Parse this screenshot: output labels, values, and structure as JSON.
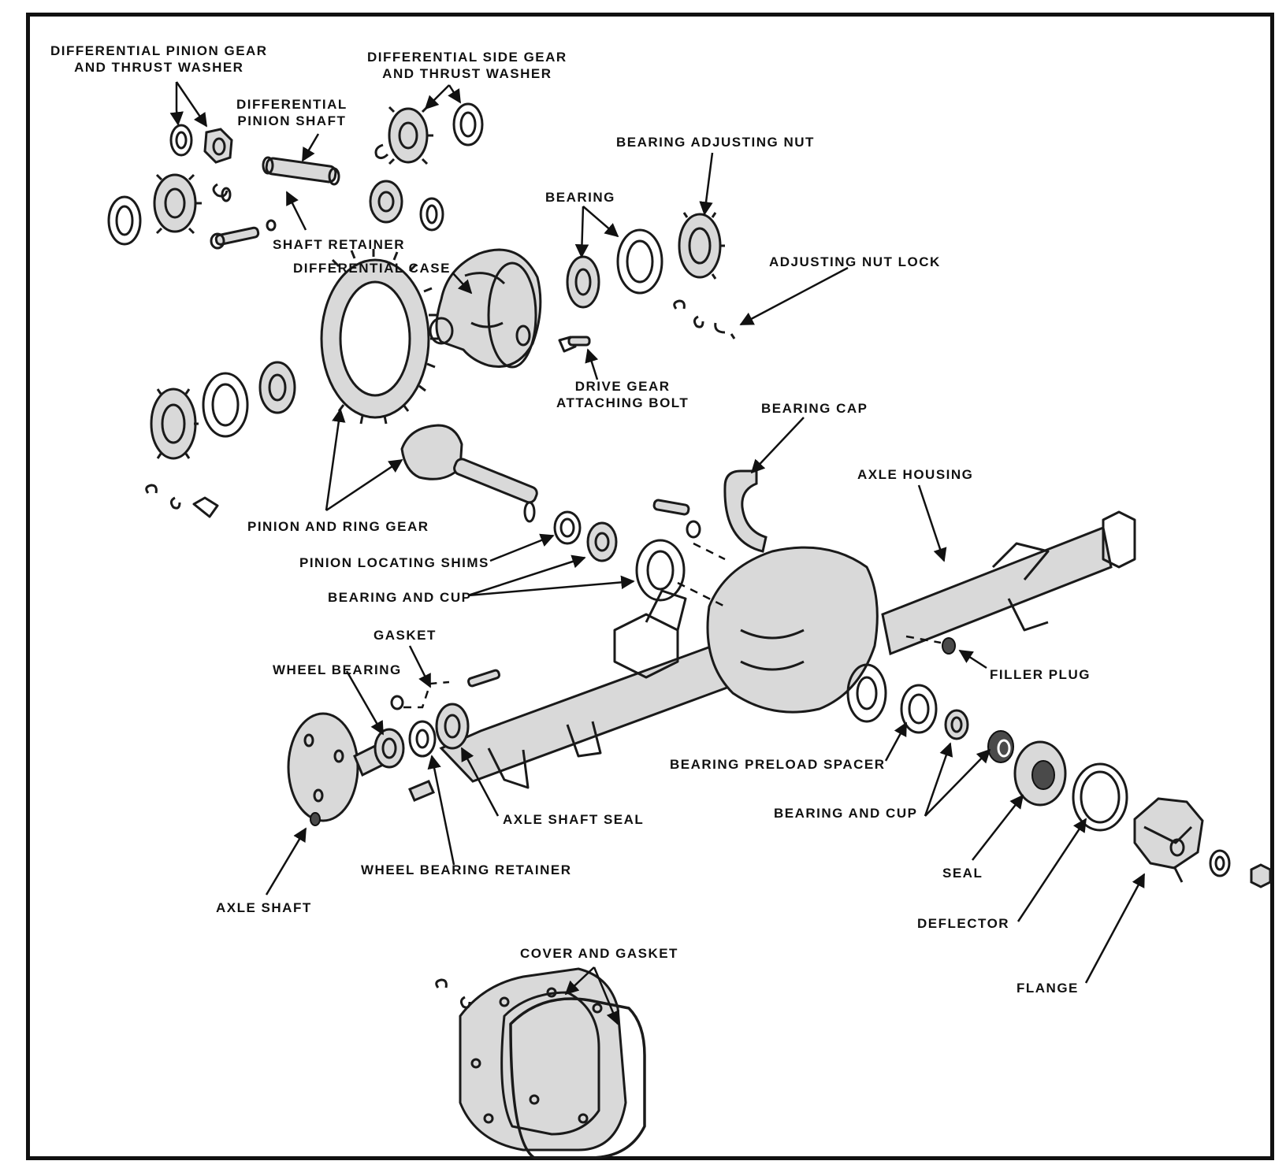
{
  "labels": {
    "diff_pinion_gear": "DIFFERENTIAL PINION GEAR\nAND THRUST WASHER",
    "diff_side_gear": "DIFFERENTIAL SIDE GEAR\nAND THRUST WASHER",
    "diff_pinion_shaft": "DIFFERENTIAL\nPINION SHAFT",
    "bearing_adjusting_nut": "BEARING ADJUSTING NUT",
    "bearing": "BEARING",
    "shaft_retainer": "SHAFT RETAINER",
    "differential_case": "DIFFERENTIAL CASE",
    "adjusting_nut_lock": "ADJUSTING NUT LOCK",
    "drive_gear_bolt": "DRIVE GEAR\nATTACHING BOLT",
    "bearing_cap": "BEARING CAP",
    "axle_housing": "AXLE HOUSING",
    "pinion_ring_gear": "PINION AND RING GEAR",
    "pinion_locating_shims": "PINION LOCATING SHIMS",
    "bearing_and_cup_upper": "BEARING AND CUP",
    "gasket": "GASKET",
    "wheel_bearing": "WHEEL BEARING",
    "filler_plug": "FILLER PLUG",
    "bearing_preload_spacer": "BEARING PRELOAD SPACER",
    "axle_shaft_seal": "AXLE SHAFT SEAL",
    "bearing_and_cup_lower": "BEARING AND CUP",
    "wheel_bearing_retainer": "WHEEL BEARING RETAINER",
    "seal": "SEAL",
    "axle_shaft": "AXLE SHAFT",
    "deflector": "DEFLECTOR",
    "cover_and_gasket": "COVER AND GASKET",
    "flange": "FLANGE"
  }
}
